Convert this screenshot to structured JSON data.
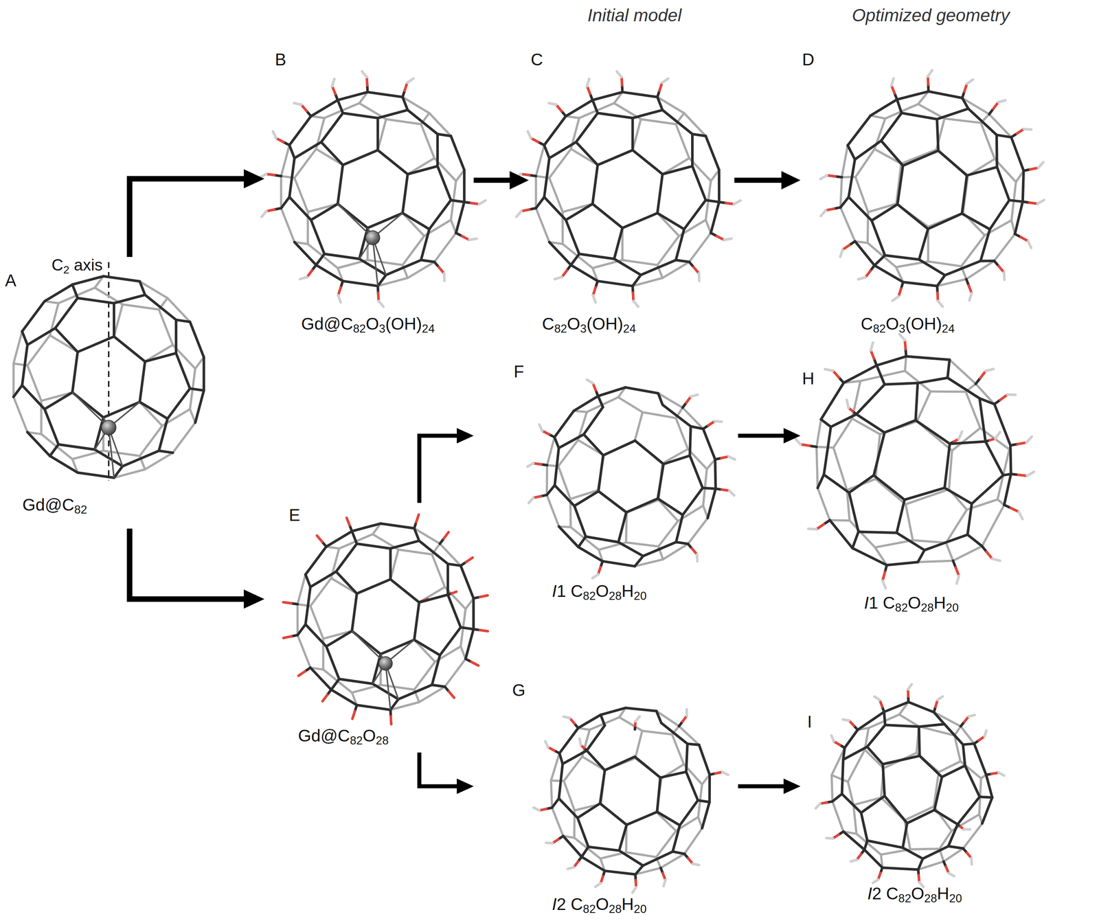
{
  "diagram": {
    "nodes": [
      {
        "text": [
          "A",
          "Gd@C82"
        ]
      },
      {
        "text": [
          "B",
          "Gd@C82O3(OH)24"
        ]
      },
      {
        "text": [
          "C",
          "C82O3(OH)24"
        ]
      },
      {
        "text": [
          "D",
          "C82O3(OH)24"
        ]
      },
      {
        "text": [
          "E",
          "Gd@C82O28"
        ]
      },
      {
        "text": [
          "F",
          "I1 C82O28H20"
        ]
      },
      {
        "text": [
          "H",
          "I1 C82O28H20"
        ]
      },
      {
        "text": [
          "G",
          "I2 C82O28H20"
        ]
      },
      {
        "text": [
          "I",
          "I2 C82O28H20"
        ]
      }
    ],
    "edges": [
      {
        "from": 0,
        "to": 1,
        "arrow": "to"
      },
      {
        "from": 1,
        "to": 2,
        "arrow": "to"
      },
      {
        "from": 2,
        "to": 3,
        "arrow": "to"
      },
      {
        "from": 0,
        "to": 4,
        "arrow": "to"
      },
      {
        "from": 4,
        "to": 5,
        "arrow": "to"
      },
      {
        "from": 4,
        "to": 7,
        "arrow": "to"
      },
      {
        "from": 5,
        "to": 6,
        "arrow": "to"
      },
      {
        "from": 7,
        "to": 8,
        "arrow": "to"
      }
    ],
    "labels": [
      "Initial model",
      "Optimized geometry",
      "C2 axis"
    ]
  }
}
